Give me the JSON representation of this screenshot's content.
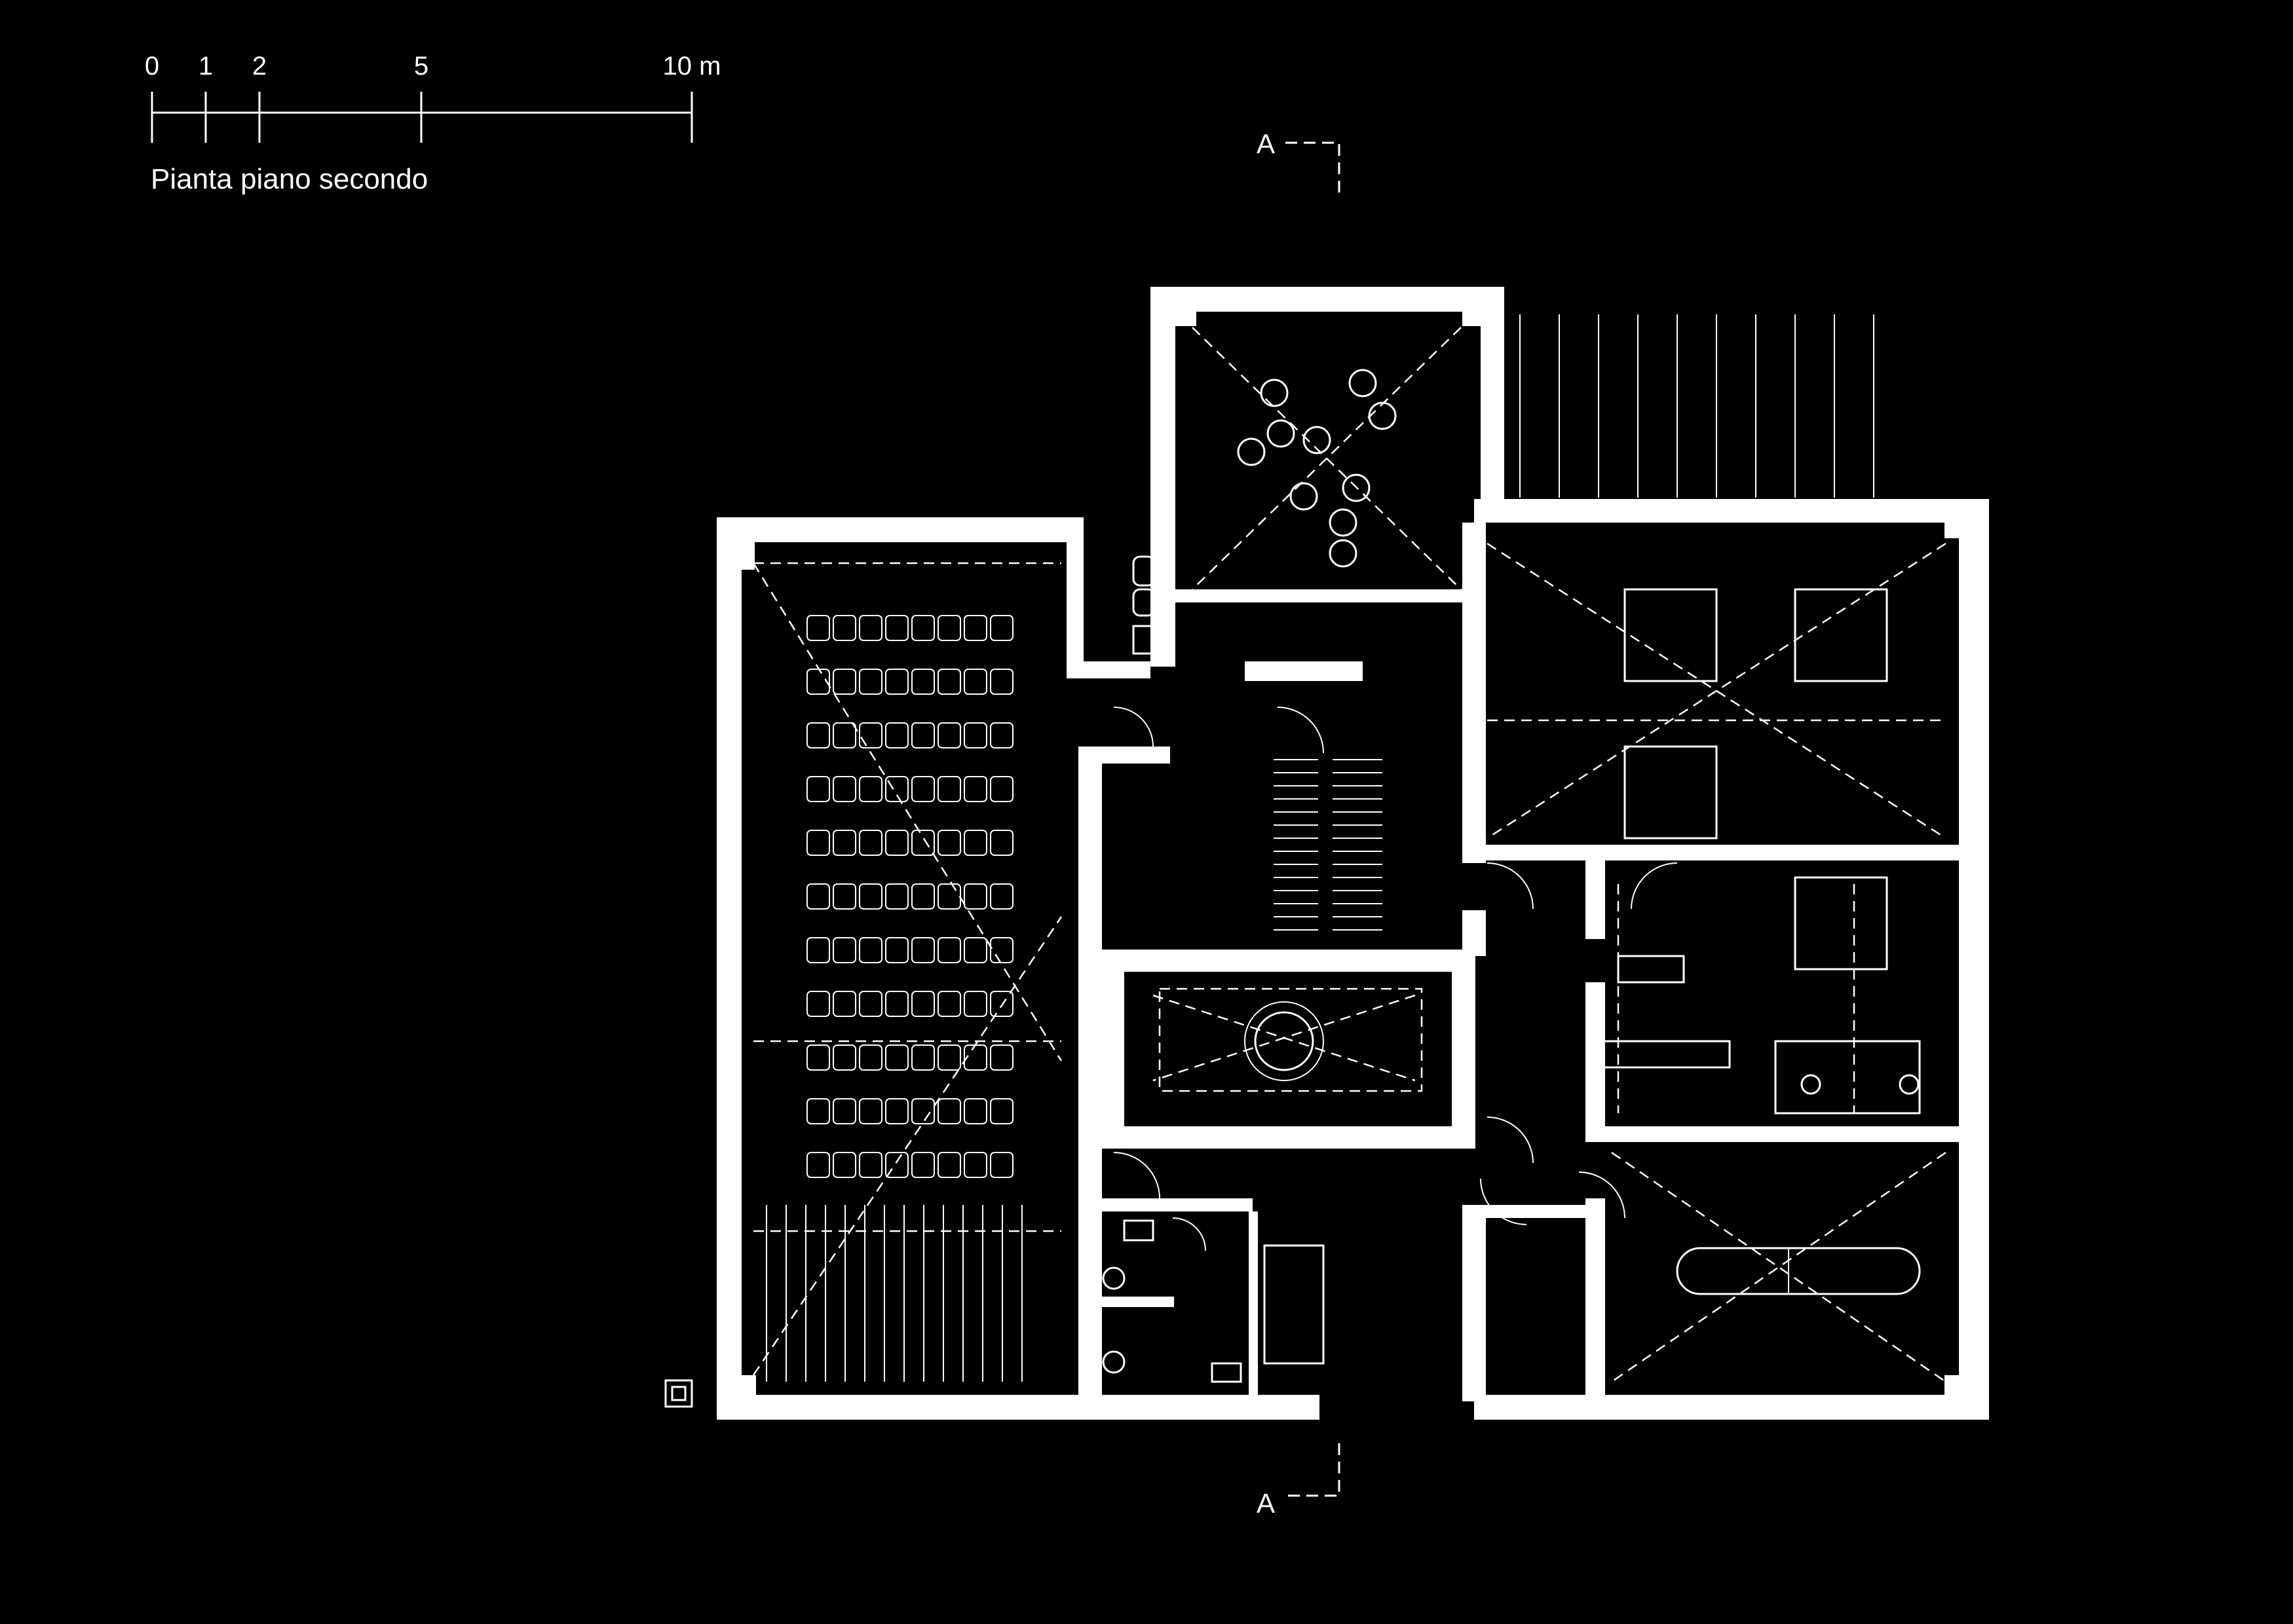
{
  "drawing": {
    "title": "Pianta piano secondo",
    "scale_bar": {
      "unit": "m",
      "ticks": [
        "0",
        "1",
        "2",
        "5",
        "10 m"
      ]
    },
    "section_marker": {
      "label_top": "A",
      "label_bottom": "A"
    },
    "colors": {
      "background": "#000000",
      "ink": "#ffffff"
    }
  }
}
